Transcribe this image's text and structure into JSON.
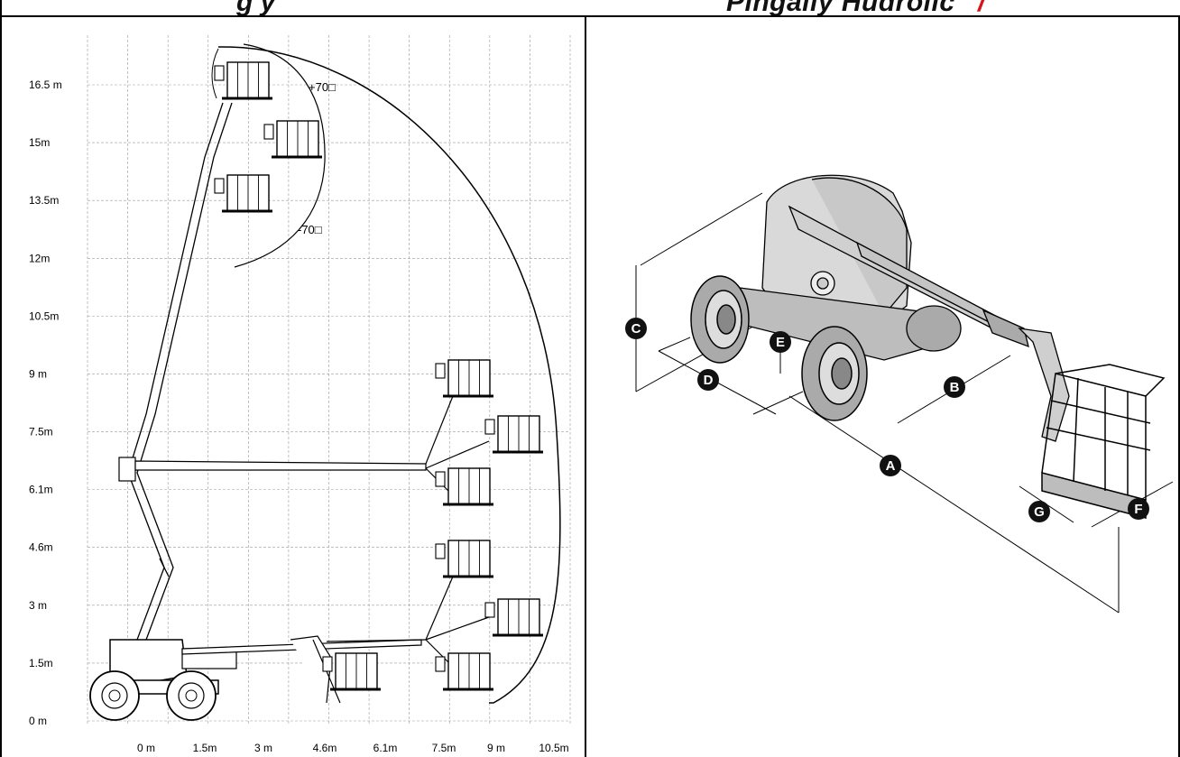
{
  "header": {
    "brand_left": "g y",
    "brand_right": "Pingally Hudrolic",
    "brand_accent": "’ /"
  },
  "reach_diagram": {
    "y_labels": [
      "16.5 m",
      "15m",
      "13.5m",
      "12m",
      "10.5m",
      "9 m",
      "7.5m",
      "6.1m",
      "4.6m",
      "3 m",
      "1.5m",
      "0 m"
    ],
    "x_labels": [
      "0 m",
      "1.5m",
      "3 m",
      "4.6m",
      "6.1m",
      "7.5m",
      "9 m",
      "10.5m"
    ],
    "angle_up": "+70□",
    "angle_down": "-70□"
  },
  "dimension_diagram": {
    "labels": [
      "A",
      "B",
      "C",
      "D",
      "E",
      "F",
      "G"
    ]
  },
  "colors": {
    "accent": "#d2161e",
    "grid": "#9a9a9a",
    "line": "#000000"
  }
}
